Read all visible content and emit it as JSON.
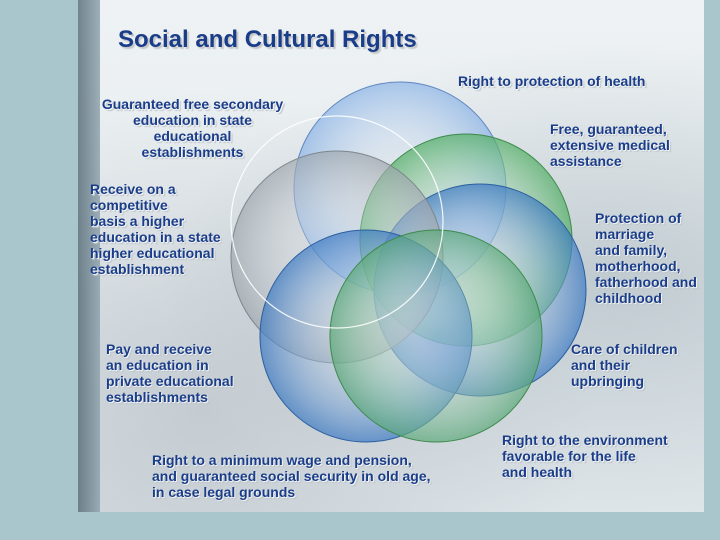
{
  "title": "Social and Cultural Rights",
  "labels": {
    "health_protection": "Right to protection of health",
    "secondary_education": "Guaranteed free secondary\neducation in state\neducational\nestablishments",
    "medical_assistance": "Free, guaranteed,\nextensive medical\nassistance",
    "higher_education": "Receive on a\ncompetitive\nbasis a higher\neducation in a state\nhigher educational\nestablishment",
    "marriage_family": "Protection of\nmarriage\nand family,\nmotherhood,\nfatherhood and\nchildhood",
    "private_education": "Pay and receive\nan education in\nprivate educational\nestablishments",
    "care_children": "Care of children\nand their\nupbringing",
    "min_wage": "Right to a minimum wage and pension,\nand guaranteed social security in old age,\nin case legal grounds",
    "environment": "Right to the environment\nfavorable for the life\nand health"
  },
  "circle_colors": {
    "light_blue": "#8fb6e6",
    "green": "#57b06a",
    "blue": "#3a78c2",
    "grey": "#9ea6ad",
    "teal_green": "#5aa878"
  }
}
